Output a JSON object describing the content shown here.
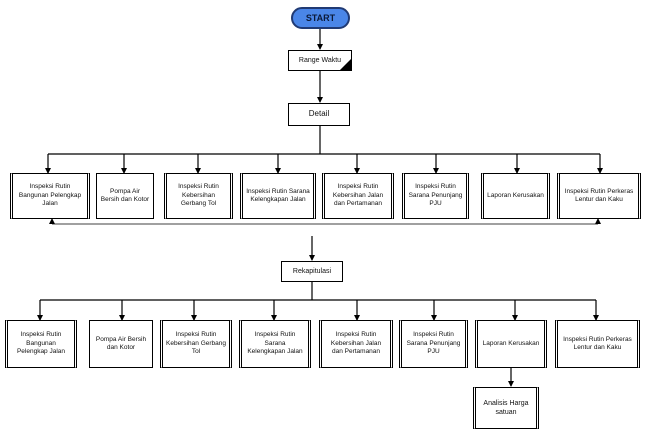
{
  "start": "START",
  "range_waktu": "Range Waktu",
  "detail": "Detail",
  "rekapitulasi": "Rekapitulasi",
  "row1": [
    "Inspeksi Rutin Bangunan Pelengkap Jalan",
    "Pompa Air Bersih dan Kotor",
    "Inspeksi Rutin Kebersihan Gerbang Tol",
    "Inspeksi Rutin Sarana Kelengkapan Jalan",
    "Inspeksi Rutin Kebersihan Jalan dan Pertamanan",
    "Inspeksi Rutin Sarana Penunjang PJU",
    "Laporan Kerusakan",
    "Inspeksi Rutin Perkeras Lentur dan Kaku"
  ],
  "row2": [
    "Inspeksi Rutin Bangunan Pelengkap Jalan",
    "Pompa Air Bersih dan Kotor",
    "Inspeksi Rutin Kebersihan Gerbang Tol",
    "Inspeksi Rutin Sarana Kelengkapan Jalan",
    "Inspeksi Rutin Kebersihan Jalan dan Pertamanan",
    "Inspeksi Rutin Sarana Penunjang PJU",
    "Laporan Kerusakan",
    "Inspeksi Rutin Perkeras Lentur dan Kaku"
  ],
  "analisis": "Analisis Harga satuan"
}
